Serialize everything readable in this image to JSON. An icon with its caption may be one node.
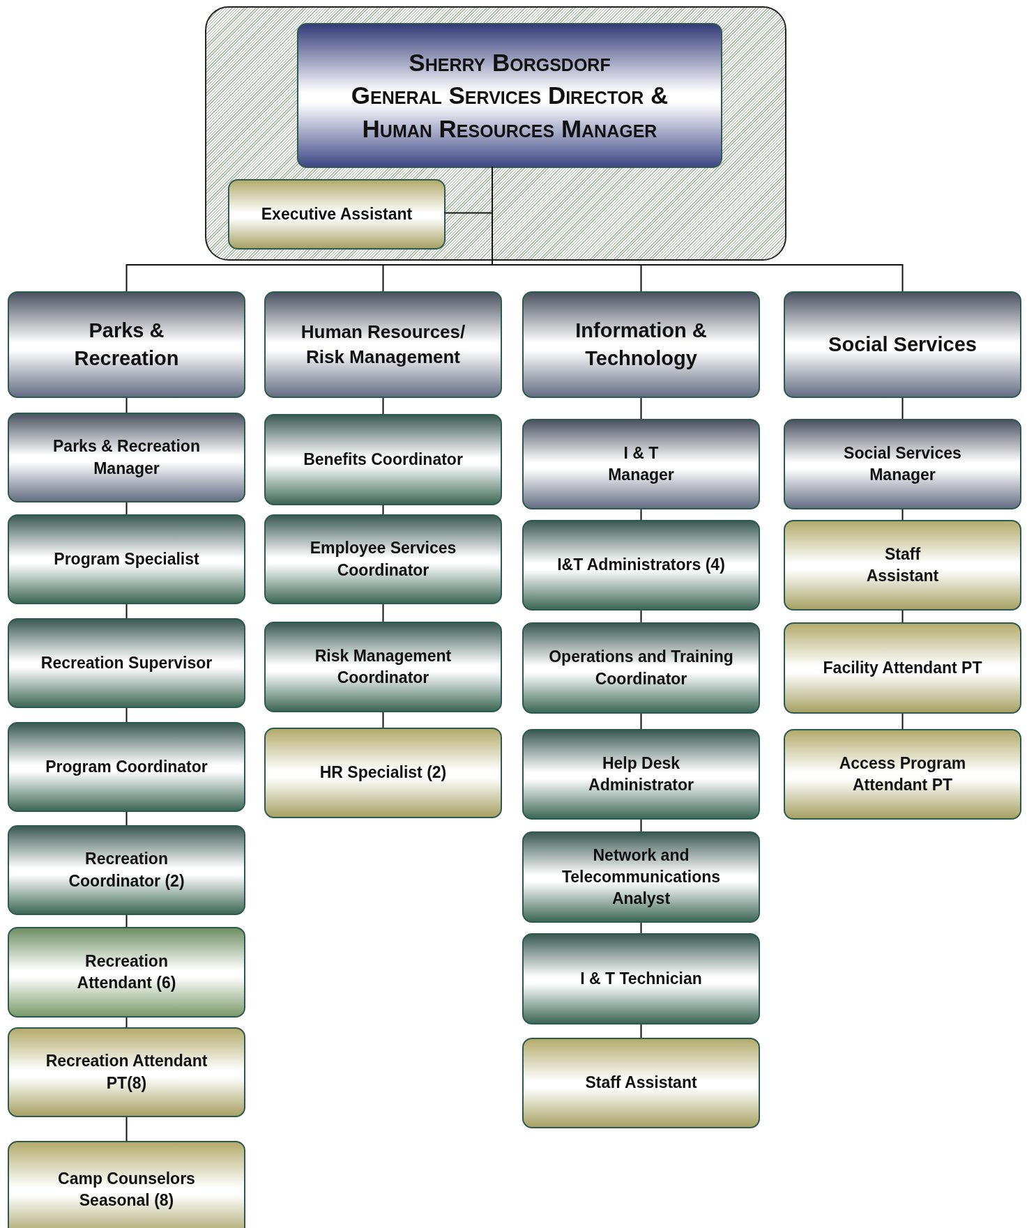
{
  "diagram": {
    "nodes": [
      {
        "text": [],
        "shape": "box"
      },
      {
        "text": [
          "Sherry Borgsdorf",
          "General Services Director & Human Resources Manager"
        ],
        "in": 0
      },
      {
        "text": [
          "Executive Assistant"
        ],
        "in": 0
      },
      {
        "text": [
          "Parks & Recreation"
        ]
      },
      {
        "text": [
          "Human Resources/ Risk Management"
        ]
      },
      {
        "text": [
          "Information & Technology"
        ]
      },
      {
        "text": [
          "Social Services"
        ]
      },
      {
        "text": [
          "Parks & Recreation Manager"
        ]
      },
      {
        "text": [
          "Program Specialist"
        ]
      },
      {
        "text": [
          "Recreation Supervisor"
        ]
      },
      {
        "text": [
          "Program Coordinator"
        ]
      },
      {
        "text": [
          "Recreation Coordinator (2)"
        ]
      },
      {
        "text": [
          "Recreation Attendant (6)"
        ]
      },
      {
        "text": [
          "Recreation Attendant PT(8)"
        ]
      },
      {
        "text": [
          "Camp Counselors Seasonal (8)"
        ]
      },
      {
        "text": [
          "Benefits Coordinator"
        ]
      },
      {
        "text": [
          "Employee Services Coordinator"
        ]
      },
      {
        "text": [
          "Risk Management Coordinator"
        ]
      },
      {
        "text": [
          "HR Specialist (2)"
        ]
      },
      {
        "text": [
          "I & T Manager"
        ]
      },
      {
        "text": [
          "I&T Administrators (4)"
        ]
      },
      {
        "text": [
          "Operations and Training Coordinator"
        ]
      },
      {
        "text": [
          "Help Desk Administrator"
        ]
      },
      {
        "text": [
          "Network and Telecommunications Analyst"
        ]
      },
      {
        "text": [
          "I & T Technician"
        ]
      },
      {
        "text": [
          "Staff Assistant"
        ]
      },
      {
        "text": [
          "Social Services Manager"
        ]
      },
      {
        "text": [
          "Staff Assistant"
        ]
      },
      {
        "text": [
          "Facility Attendant PT"
        ]
      },
      {
        "text": [
          "Access Program Attendant PT"
        ]
      }
    ],
    "edges": [
      {
        "from": 1,
        "to": 2,
        "arrow": "none"
      },
      {
        "from": 1,
        "to": 3,
        "arrow": "none"
      },
      {
        "from": 1,
        "to": 4,
        "arrow": "none"
      },
      {
        "from": 1,
        "to": 5,
        "arrow": "none"
      },
      {
        "from": 1,
        "to": 6,
        "arrow": "none"
      },
      {
        "from": 3,
        "to": 7,
        "arrow": "none"
      },
      {
        "from": 7,
        "to": 8,
        "arrow": "none"
      },
      {
        "from": 8,
        "to": 9,
        "arrow": "none"
      },
      {
        "from": 9,
        "to": 10,
        "arrow": "none"
      },
      {
        "from": 10,
        "to": 11,
        "arrow": "none"
      },
      {
        "from": 11,
        "to": 12,
        "arrow": "none"
      },
      {
        "from": 12,
        "to": 13,
        "arrow": "none"
      },
      {
        "from": 13,
        "to": 14,
        "arrow": "none"
      },
      {
        "from": 4,
        "to": 15,
        "arrow": "none"
      },
      {
        "from": 15,
        "to": 16,
        "arrow": "none"
      },
      {
        "from": 16,
        "to": 17,
        "arrow": "none"
      },
      {
        "from": 17,
        "to": 18,
        "arrow": "none"
      },
      {
        "from": 5,
        "to": 19,
        "arrow": "none"
      },
      {
        "from": 19,
        "to": 20,
        "arrow": "none"
      },
      {
        "from": 20,
        "to": 21,
        "arrow": "none"
      },
      {
        "from": 21,
        "to": 22,
        "arrow": "none"
      },
      {
        "from": 22,
        "to": 23,
        "arrow": "none"
      },
      {
        "from": 23,
        "to": 24,
        "arrow": "none"
      },
      {
        "from": 24,
        "to": 25,
        "arrow": "none"
      },
      {
        "from": 6,
        "to": 26,
        "arrow": "none"
      },
      {
        "from": 26,
        "to": 27,
        "arrow": "none"
      },
      {
        "from": 27,
        "to": 28,
        "arrow": "none"
      },
      {
        "from": 28,
        "to": 29,
        "arrow": "none"
      }
    ]
  }
}
